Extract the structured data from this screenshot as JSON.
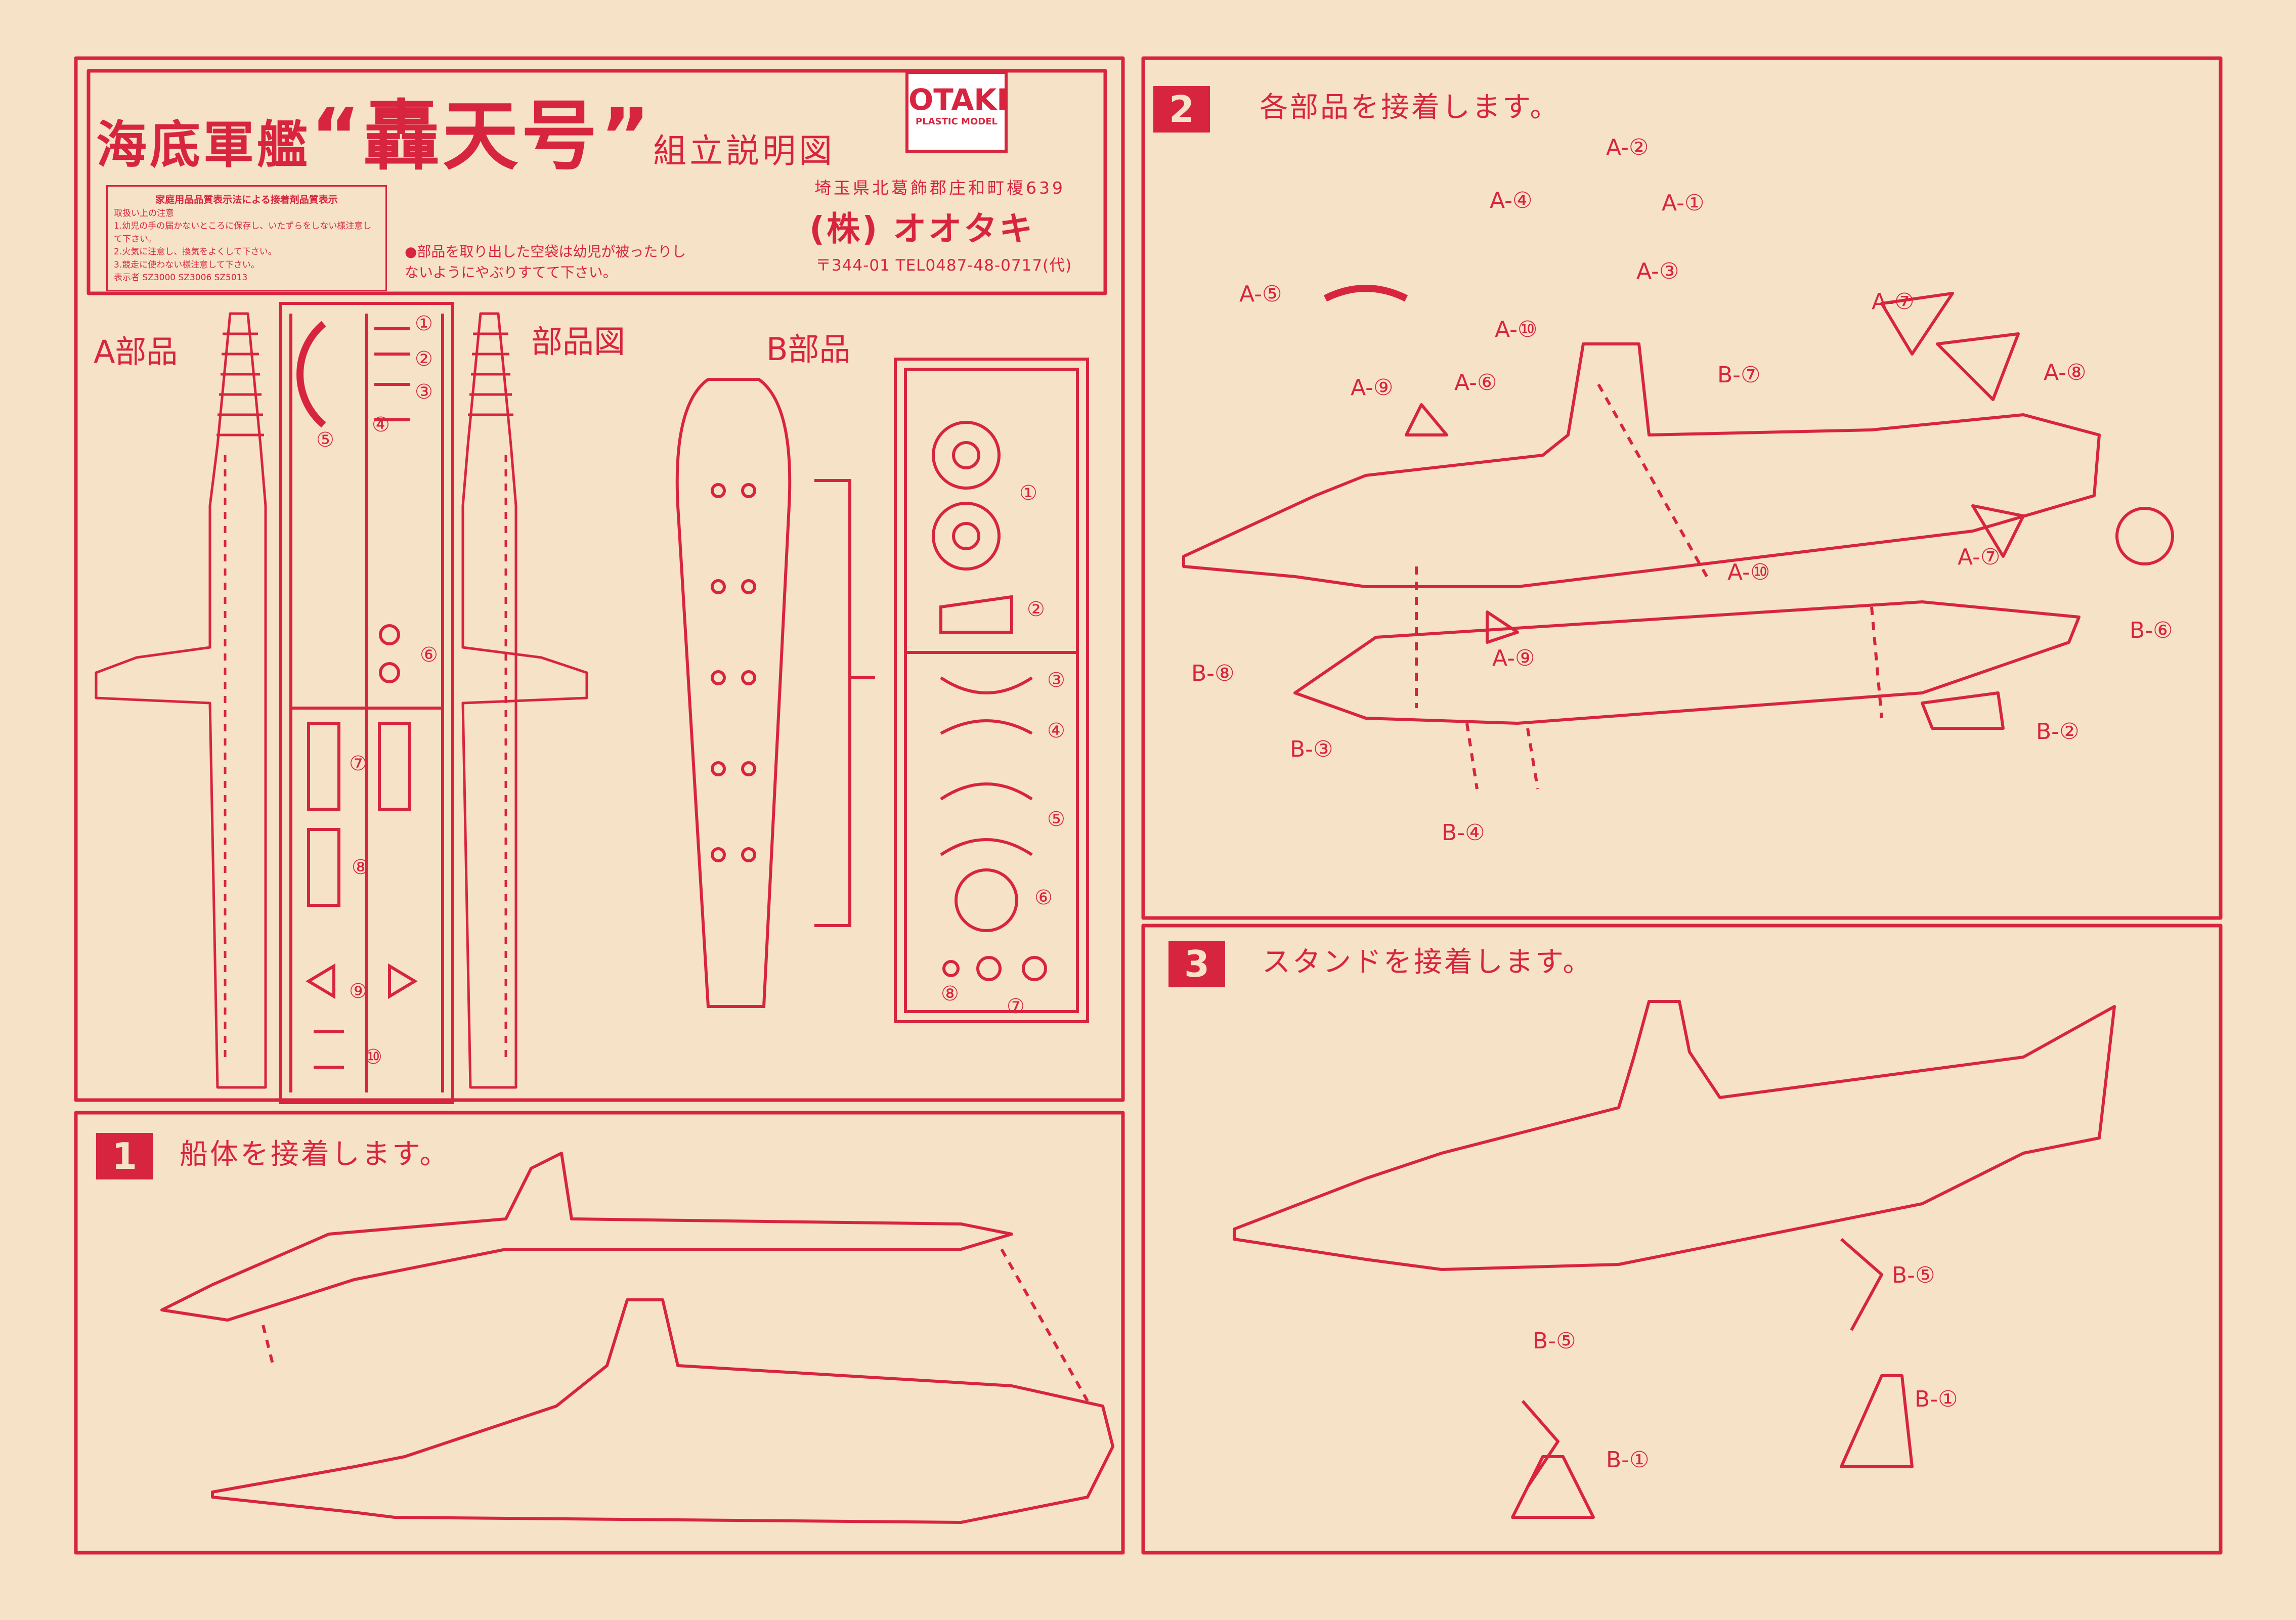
{
  "header": {
    "title_prefix": "海底軍艦",
    "title_ship": "“轟天号”",
    "title_suffix": "組立説明図",
    "brand_logo_top": "OTAKI",
    "brand_logo_bottom": "PLASTIC MODEL",
    "address": "埼玉県北葛飾郡庄和町榎639",
    "company": "(株) オオタキ",
    "postal_tel": "〒344-01 TEL0487-48-0717(代)",
    "caution": "●部品を取り出した空袋は幼児が被ったりしないようにやぶりすてて下さい。",
    "notice": {
      "title": "家庭用品品質表示法による接着剤品質表示",
      "lines": [
        "取扱い上の注意",
        "1.幼児の手の届かないところに保存し、いたずらをしない様注意して下さい。",
        "2.火気に注意し、換気をよくして下さい。",
        "3.競走に使わない様注意して下さい。",
        "表示者 SZ3000 SZ3006 SZ5013"
      ]
    }
  },
  "parts": {
    "heading": "部品図",
    "a_heading": "A部品",
    "b_heading": "B部品",
    "a_numbers": [
      "①",
      "②",
      "③",
      "④",
      "⑤",
      "⑥",
      "⑦",
      "⑧",
      "⑨",
      "⑩"
    ],
    "b_numbers": [
      "①",
      "②",
      "③",
      "④",
      "⑤",
      "⑥",
      "⑦",
      "⑧"
    ]
  },
  "steps": [
    {
      "number": "1",
      "text": "船体を接着します。"
    },
    {
      "number": "2",
      "text": "各部品を接着します。"
    },
    {
      "number": "3",
      "text": "スタンドを接着します。"
    }
  ],
  "step2_labels": [
    "A-②",
    "A-④",
    "A-①",
    "A-③",
    "A-⑤",
    "A-⑩",
    "A-⑦",
    "A-⑨",
    "A-⑥",
    "B-⑦",
    "A-⑧",
    "A-⑩",
    "A-⑦",
    "B-⑥",
    "A-⑨",
    "B-⑧",
    "B-②",
    "B-③",
    "B-④"
  ],
  "step3_labels": [
    "B-⑤",
    "B-⑤",
    "B-①",
    "B-①"
  ],
  "colors": {
    "ink": "#d8253f",
    "paper": "#f6e2c6"
  }
}
